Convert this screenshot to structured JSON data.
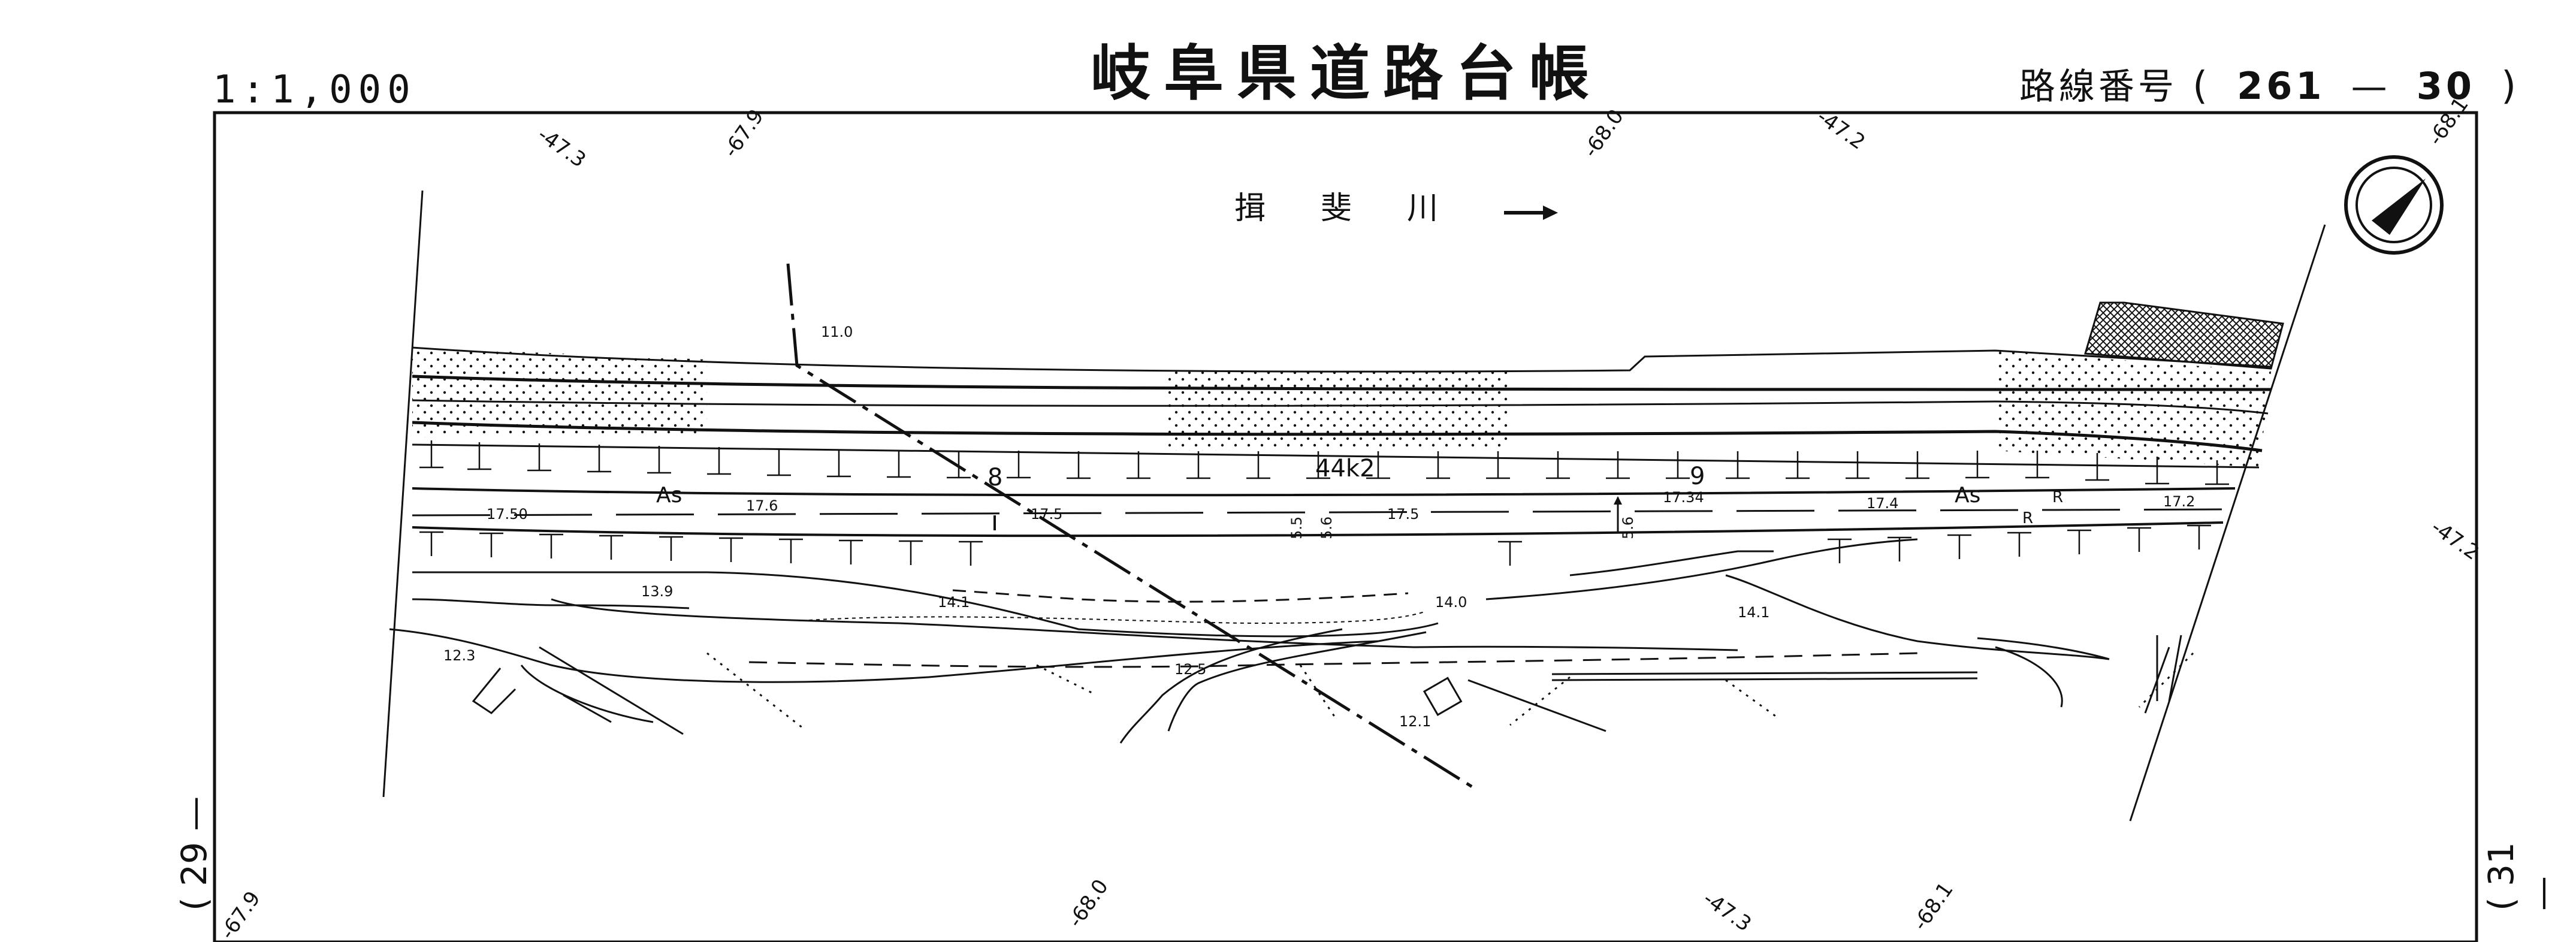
{
  "header": {
    "scale": "1:1,000",
    "title": "岐阜県道路台帳",
    "route_label": "路線番号",
    "route_number": "261",
    "route_dash": "—",
    "route_sub": "30",
    "paren_open": "(",
    "paren_close": ")"
  },
  "sheets": {
    "left": "( 29 —",
    "right": "( 31 —"
  },
  "river": {
    "name": "揖　斐　川"
  },
  "grid_labels": {
    "top": [
      "-47.3",
      "-67.9",
      "-68.0",
      "-47.2",
      "-68.1"
    ],
    "bottom": [
      "-67.9",
      "-68.0",
      "-47.3",
      "-68.1"
    ],
    "right": "-47.2"
  },
  "road": {
    "km_post": "44k2",
    "station_8": "8",
    "station_9": "9",
    "surface_as": "As",
    "mark_r": "R",
    "elevations": [
      "11.0",
      "17.50",
      "17.6",
      "17.5",
      "17.5",
      "17.34",
      "17.4",
      "17.2",
      "13.9",
      "14.1",
      "14.0",
      "14.1",
      "12.3",
      "12.5",
      "12.1"
    ],
    "widths": [
      "5.5",
      "5.6",
      "5.6"
    ]
  },
  "colors": {
    "ink": "#111111",
    "paper": "#ffffff"
  }
}
